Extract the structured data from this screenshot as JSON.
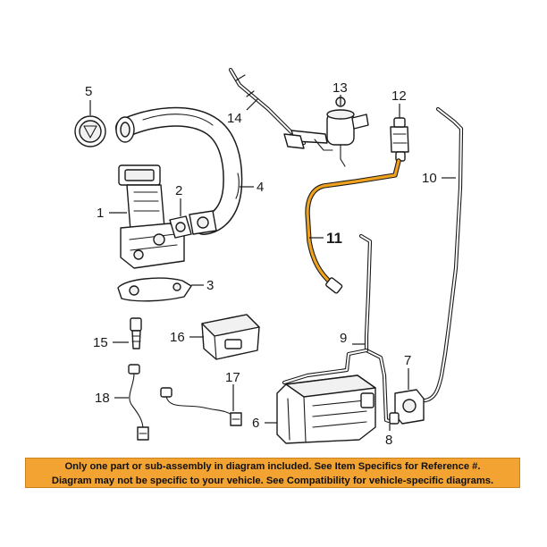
{
  "callouts": {
    "c1": "1",
    "c2": "2",
    "c3": "3",
    "c4": "4",
    "c5": "5",
    "c6": "6",
    "c7": "7",
    "c8": "8",
    "c9": "9",
    "c10": "10",
    "c11": "11",
    "c12": "12",
    "c13": "13",
    "c14": "14",
    "c15": "15",
    "c16": "16",
    "c17": "17",
    "c18": "18"
  },
  "highlight_part": "11",
  "colors": {
    "highlight": "#f0a21e",
    "banner": "#f2a331",
    "ink": "#1a1a1a"
  },
  "banner": {
    "line1": "Only one part or sub-assembly in diagram included. See Item Specifics for Reference #.",
    "line2": "Diagram may not be specific to your vehicle. See Compatibility for vehicle-specific diagrams."
  }
}
